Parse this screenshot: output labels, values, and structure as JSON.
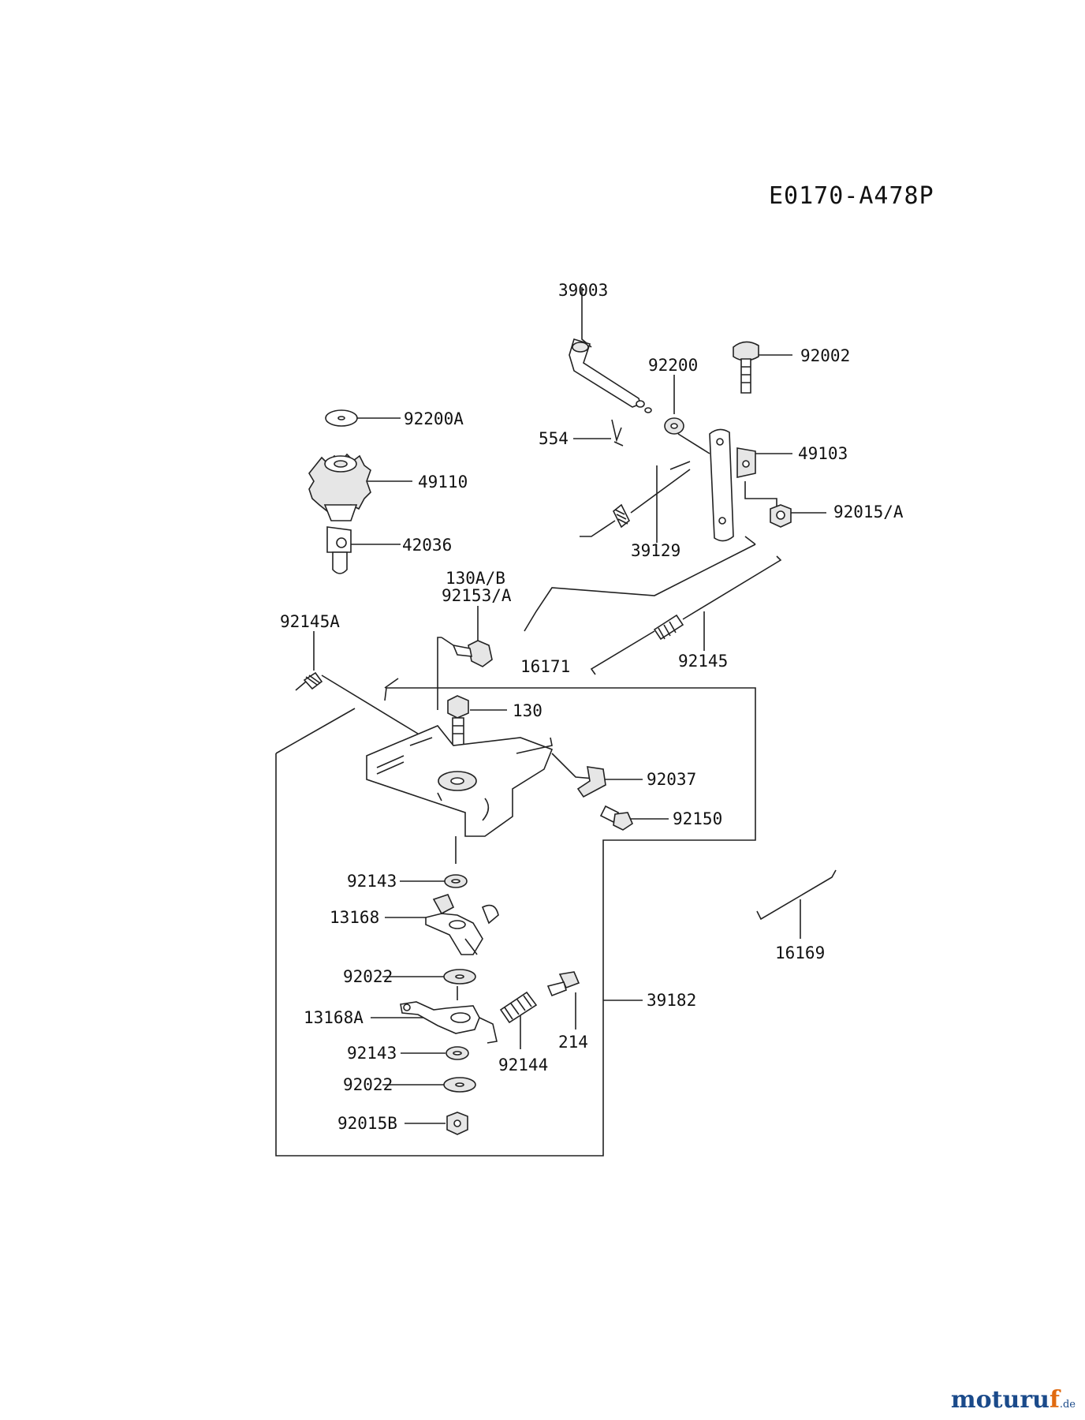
{
  "diagram_code": "E0170-A478P",
  "parts": {
    "p39003": "39003",
    "p92200": "92200",
    "p92002": "92002",
    "p92200A": "92200A",
    "p554": "554",
    "p49103": "49103",
    "p49110": "49110",
    "p92015A": "92015/A",
    "p39129": "39129",
    "p42036": "42036",
    "p130AB": "130A/B",
    "p92153A": "92153/A",
    "p92145A": "92145A",
    "p16171": "16171",
    "p92145": "92145",
    "p130": "130",
    "p92037": "92037",
    "p92150": "92150",
    "p92143a": "92143",
    "p13168": "13168",
    "p16169": "16169",
    "p92022a": "92022",
    "p39182": "39182",
    "p13168A": "13168A",
    "p214": "214",
    "p92143b": "92143",
    "p92144": "92144",
    "p92022b": "92022",
    "p92015B": "92015B"
  },
  "watermark": {
    "main": "moturu",
    "accent": "f",
    "tld": ".de"
  }
}
